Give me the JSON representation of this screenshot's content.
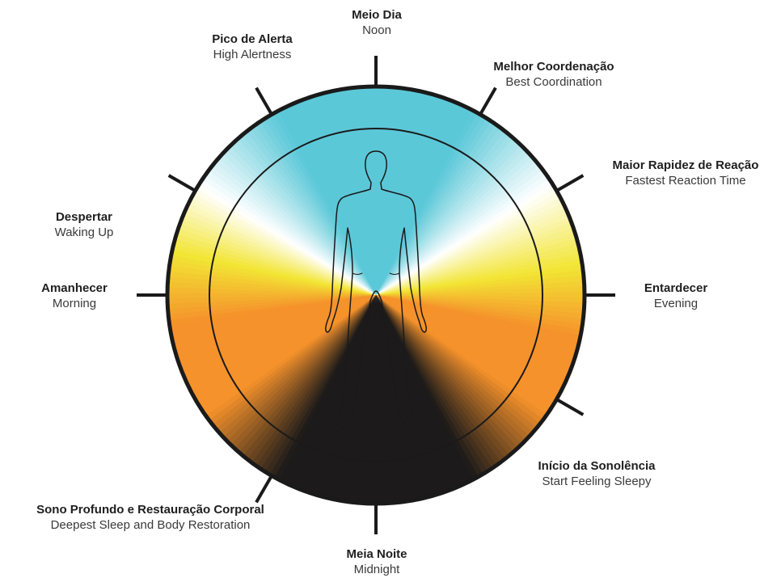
{
  "colors": {
    "ring_outline": "#1a1a1a",
    "tick": "#1a1a1a",
    "blue": "#5bc8d8",
    "white": "#ffffff",
    "yellow": "#f2e534",
    "orange": "#f5922b",
    "dark": "#1c1a1a"
  },
  "labels": {
    "noon": {
      "pt": "Meio Dia",
      "en": "Noon"
    },
    "high_alertness": {
      "pt": "Pico de Alerta",
      "en": "High Alertness"
    },
    "best_coordination": {
      "pt": "Melhor Coordenação",
      "en": "Best Coordination"
    },
    "fastest_reaction": {
      "pt": "Maior Rapidez de Reação",
      "en": "Fastest Reaction Time"
    },
    "waking_up": {
      "pt": "Despertar",
      "en": "Waking Up"
    },
    "morning": {
      "pt": "Amanhecer",
      "en": "Morning"
    },
    "evening": {
      "pt": "Entardecer",
      "en": "Evening"
    },
    "sleepy": {
      "pt": "Início da Sonolência",
      "en": "Start Feeling Sleepy"
    },
    "deep_sleep": {
      "pt": "Sono Profundo e Restauração Corporal",
      "en": "Deepest Sleep and Body Restoration"
    },
    "midnight": {
      "pt": "Meia Noite",
      "en": "Midnight"
    }
  },
  "center_figure": {
    "icon": "human-body-outline-icon"
  }
}
